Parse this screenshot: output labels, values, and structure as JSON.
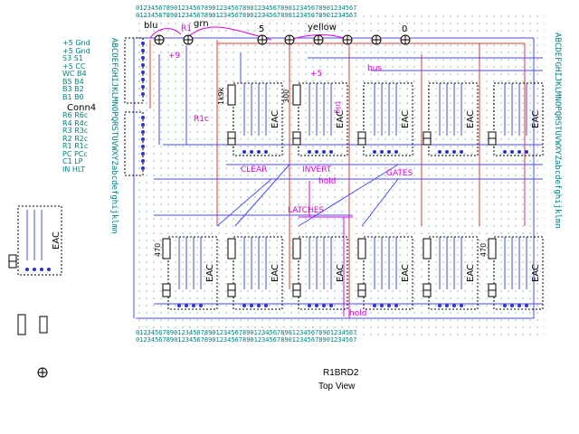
{
  "board": {
    "title": "R1BRD2",
    "subtitle": "Top View"
  },
  "wire_labels": {
    "blu": "blu",
    "grn": "grn",
    "five": "5",
    "yellow": "yellow",
    "zero": "0",
    "plus5": "+5",
    "plus9": "+9",
    "bus": "bus",
    "r1": "R1",
    "r1c": "R1c",
    "trig": "trig"
  },
  "section_labels": {
    "clear": "CLEAR",
    "invert": "INVERT",
    "hold_top": "hold",
    "gates": "GATES",
    "latches": "LATCHES",
    "hold_bottom": "hold"
  },
  "connector": {
    "name": "Conn4",
    "top_pins": [
      "+5  Gnd",
      "+5  Gnd",
      "S3  S1",
      "+5  CC",
      "WC  B4",
      "B5  B4",
      "B3  B2",
      "B1  B0"
    ],
    "bottom_pins": [
      "R6  R6c",
      "R4  R4c",
      "R3  R3c",
      "R2  R2c",
      "R1  R1c",
      "PC  PCc",
      "C1  LP",
      "IN  HLT"
    ]
  },
  "pin_columns": {
    "left_letters": "ABCDEFGHIJKLMNOPQRSTUVWXYZabcdefghijklmn",
    "right_letters": "ABCDEFGHIJKLMNOPQRSTUVWXYZabcdefghijklmn"
  },
  "components": {
    "relay_label": "EAC",
    "resistor_top_left": "1k9k",
    "resistor_top_second": "300",
    "resistor_bottom_left": "470",
    "resistor_bottom_right": "470"
  },
  "colors": {
    "wire_red": "#e03a3a",
    "wire_blue": "#4a4aff",
    "wire_magenta": "#e000e0",
    "grid_dot": "#2a8a8a",
    "pad_blue": "#2f2fcf"
  }
}
